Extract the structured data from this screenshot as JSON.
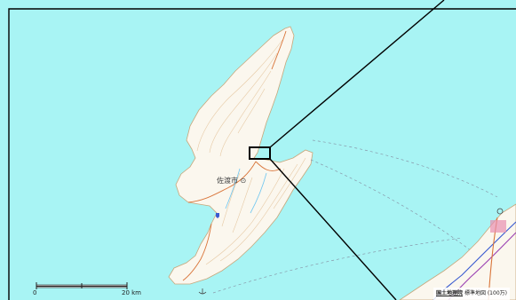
{
  "map": {
    "town_label": "佐渡市",
    "scale": {
      "start_label": "0",
      "end_label": "20 km"
    },
    "attribution": {
      "brand": "国土地理院",
      "text": "標準地図 (100万)"
    },
    "colors": {
      "sea": "#a8f4f4",
      "land": "#fbf7ee",
      "contour": "#e6c9a4",
      "road": "#d9753a",
      "frame": "#000000",
      "route_blue": "#3a5bd0",
      "route_purple": "#9a3fb2",
      "city_pink": "#e88fb0"
    },
    "icons": [
      "city-hall-icon",
      "harbor-icon",
      "compass-icon"
    ]
  }
}
